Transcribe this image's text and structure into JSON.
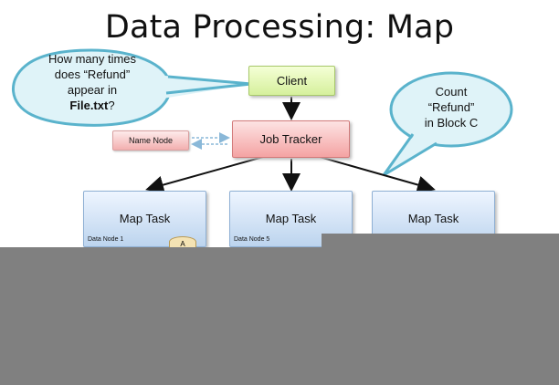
{
  "title": "Data Processing: Map",
  "client_label": "Client",
  "job_tracker_label": "Job Tracker",
  "name_node_label": "Name Node",
  "map_tasks": [
    {
      "label": "Map Task",
      "node": "Data Node 1"
    },
    {
      "label": "Map Task",
      "node": "Data Node 5"
    },
    {
      "label": "Map Task",
      "node": ""
    }
  ],
  "disk_label": "A",
  "question_bubble": {
    "line1": "How many times",
    "line2": "does “Refund”",
    "line3": "appear in",
    "file": "File.txt",
    "suffix": "?"
  },
  "count_bubble": {
    "line1": "Count",
    "line2": "“Refund”",
    "line3": "in Block C"
  },
  "colors": {
    "client_fill": "#d6f09c",
    "tracker_fill": "#f4a3a3",
    "map_fill": "#bcd4ee",
    "bubble_fill": "#dff3f8",
    "bubble_stroke": "#5ab3cc",
    "occluder": "#808080"
  }
}
